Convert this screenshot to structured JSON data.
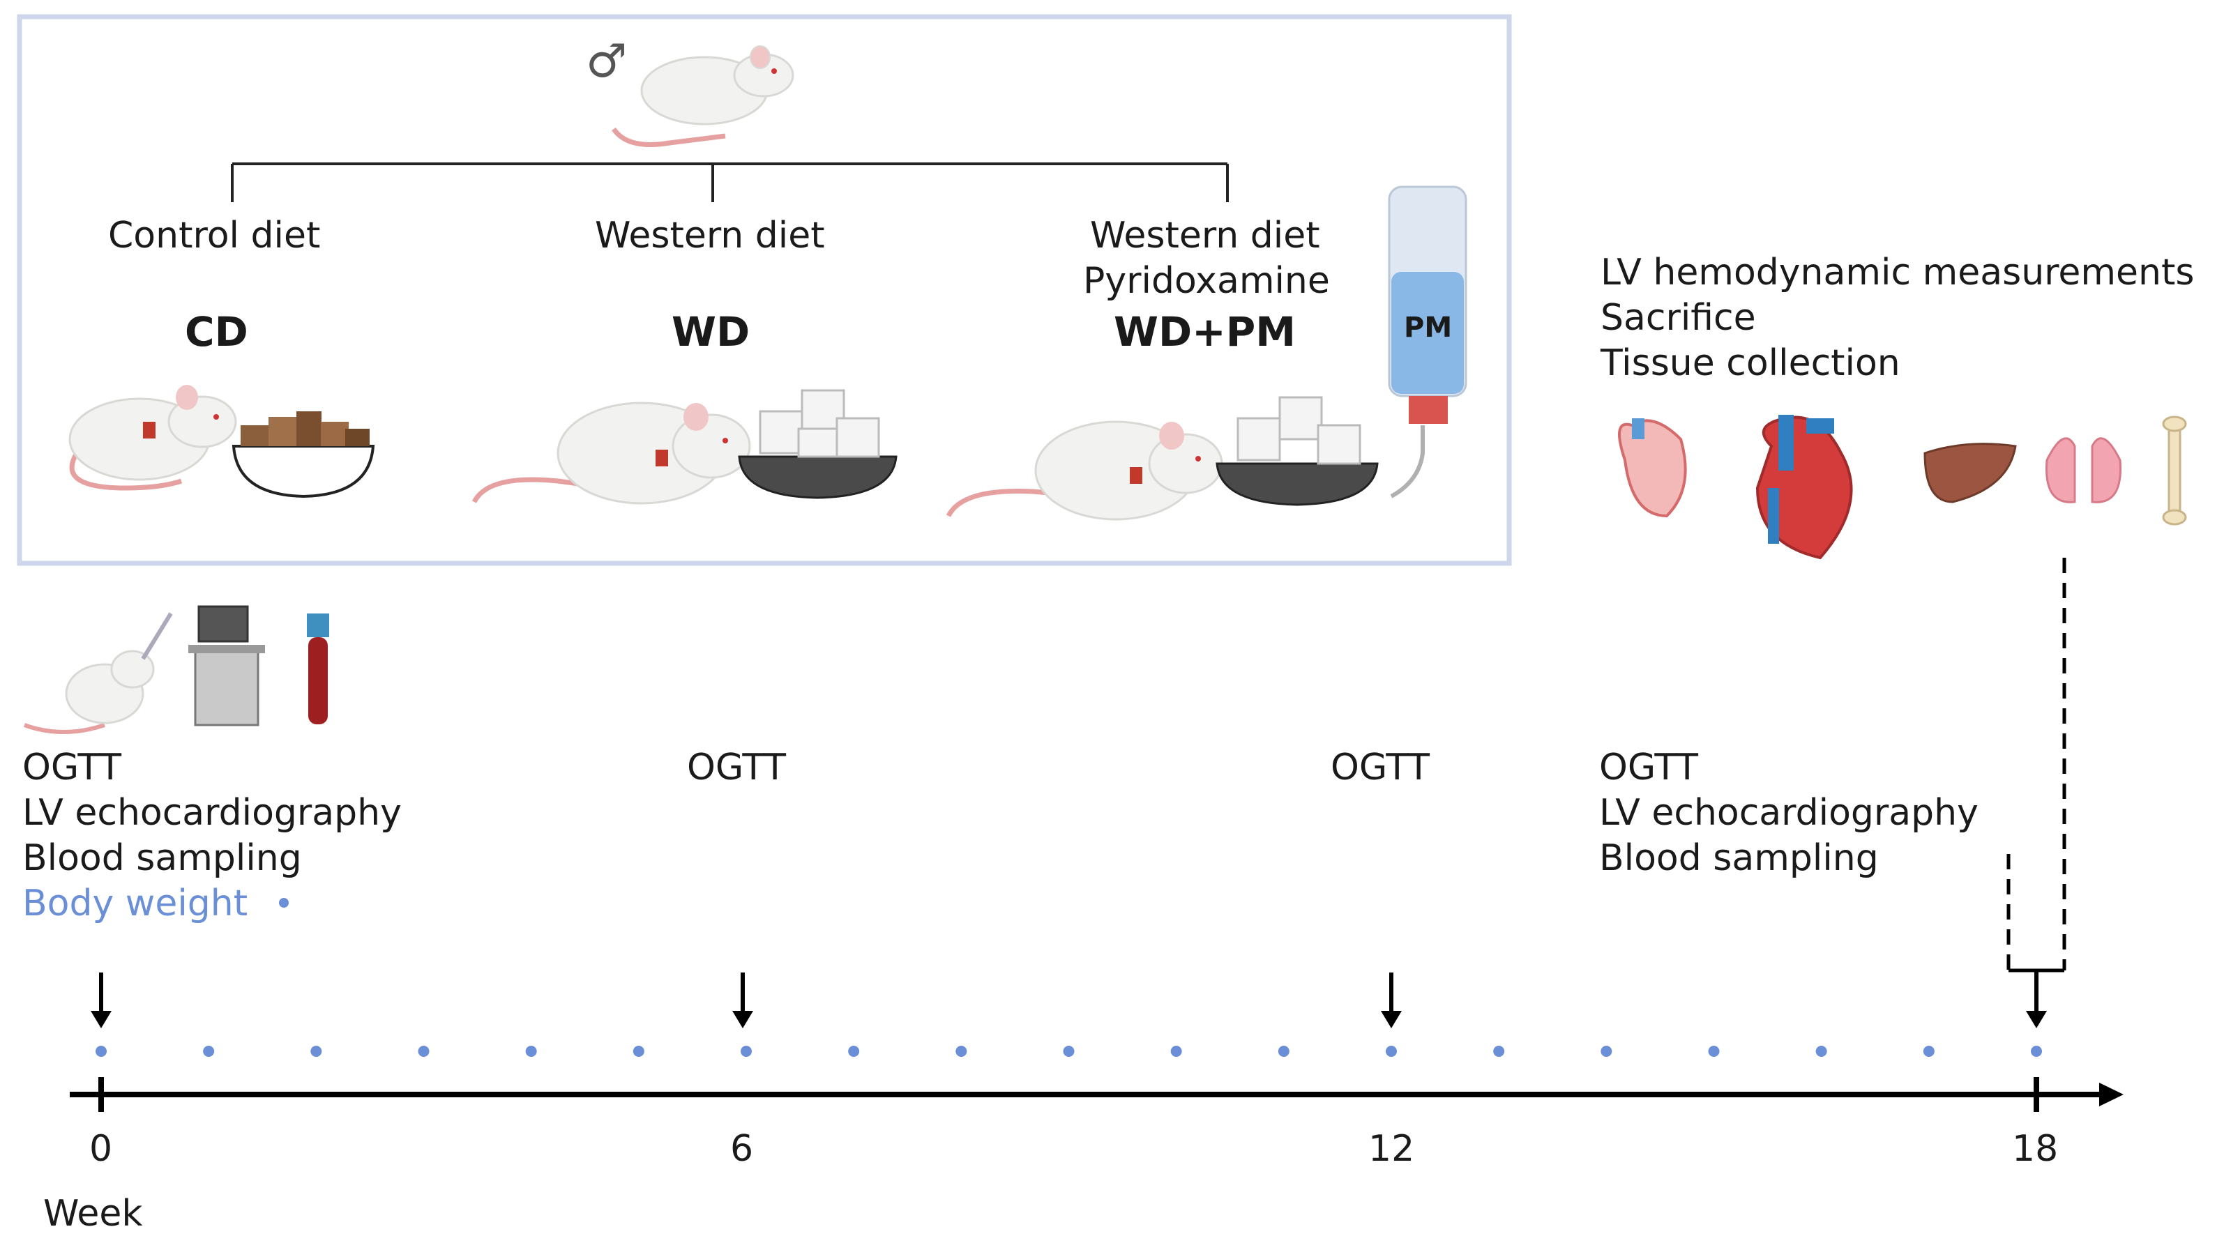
{
  "design": {
    "male_symbol": "♂",
    "groups": [
      {
        "line1": "Control diet",
        "line2": "",
        "abbr": "CD"
      },
      {
        "line1": "Western diet",
        "line2": "",
        "abbr": "WD"
      },
      {
        "line1": "Western diet",
        "line2": "Pyridoxamine",
        "abbr": "WD+PM"
      }
    ],
    "bottle_label": "PM",
    "border_color": "#cdd6ea"
  },
  "endpoint": {
    "lines": [
      "LV hemodynamic measurements",
      "Sacrifice",
      "Tissue collection"
    ],
    "organs": [
      "heart-section-icon",
      "heart-icon",
      "liver-icon",
      "lungs-icon",
      "bone-icon"
    ]
  },
  "baseline": {
    "lines": [
      "OGTT",
      "LV echocardiography",
      "Blood sampling"
    ],
    "legend": "Body weight"
  },
  "week6": {
    "label": "OGTT"
  },
  "week12": {
    "label": "OGTT"
  },
  "week17": {
    "lines": [
      "OGTT",
      "LV echocardiography",
      "Blood sampling"
    ]
  },
  "timeline": {
    "ticks": [
      "0",
      "6",
      "12",
      "18"
    ],
    "axis_label": "Week",
    "dot_color": "#6b8fd6",
    "body_weight_weeks": [
      0,
      1,
      2,
      3,
      4,
      5,
      6,
      7,
      8,
      9,
      10,
      11,
      12,
      13,
      14,
      15,
      16,
      17,
      18
    ]
  }
}
